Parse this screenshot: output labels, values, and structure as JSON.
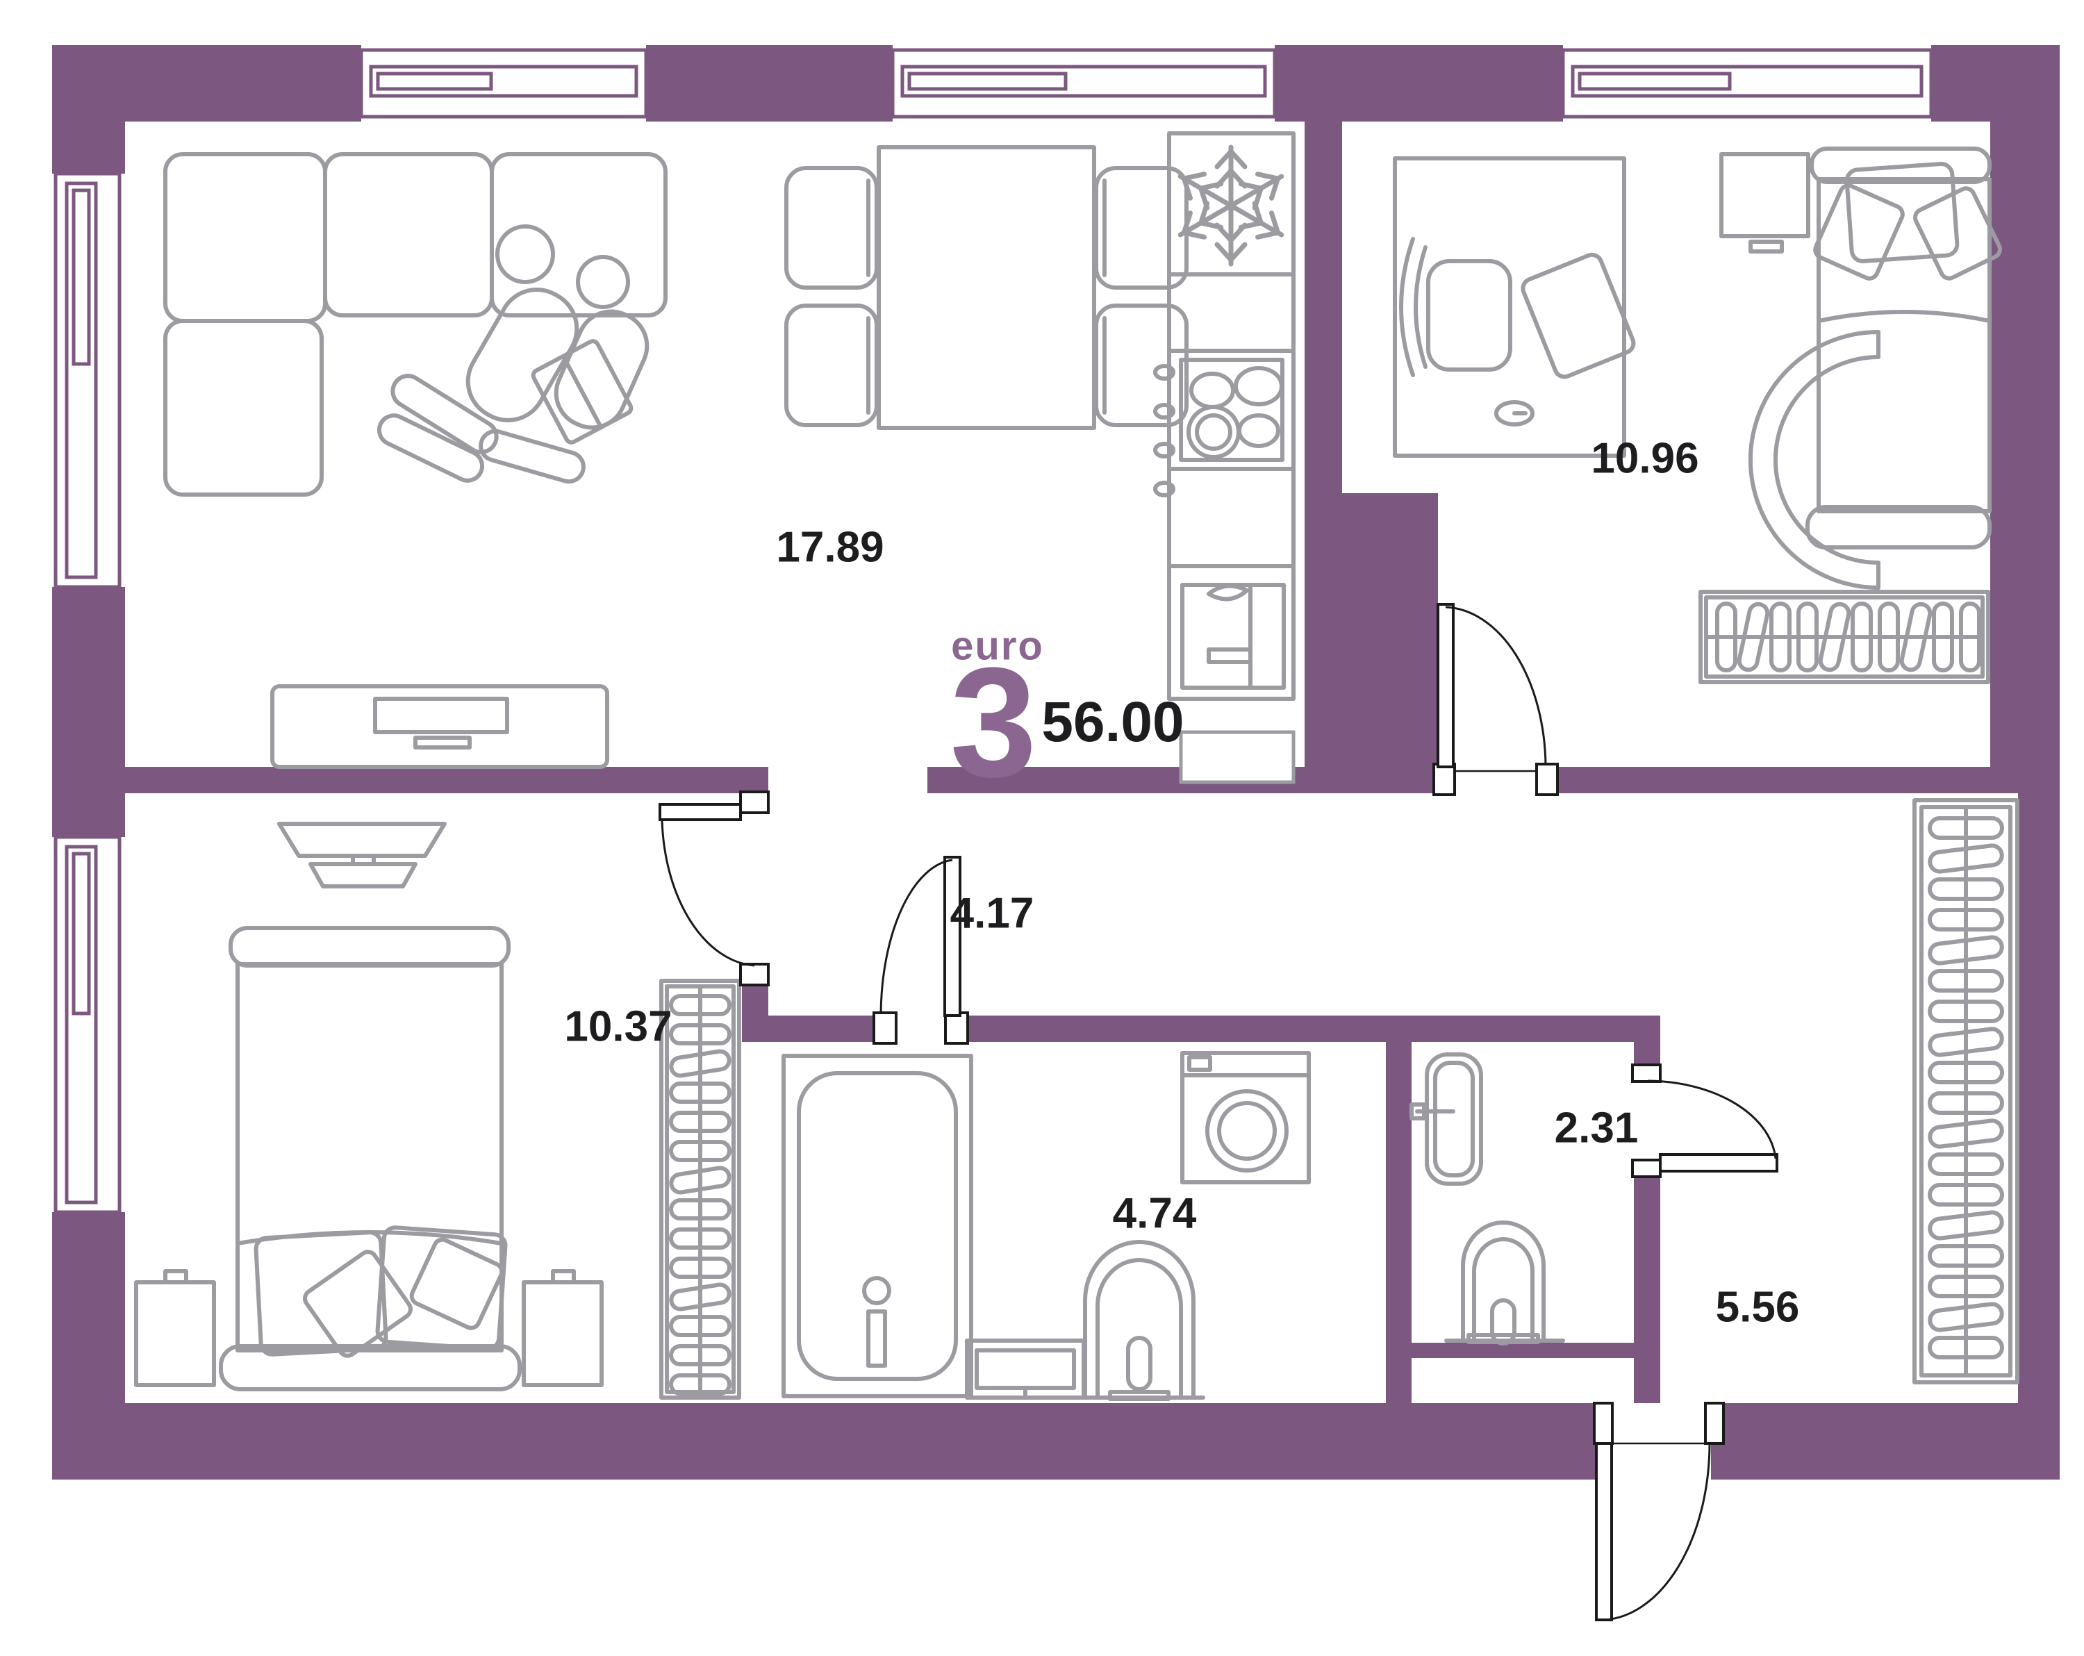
{
  "badge": {
    "type_label": "euro",
    "rooms_count": "3",
    "total_area": "56.00"
  },
  "rooms": {
    "living": {
      "area": "17.89"
    },
    "bedroom_top": {
      "area": "10.96"
    },
    "hallway": {
      "area": "4.17"
    },
    "bedroom_bottom": {
      "area": "10.37"
    },
    "bathroom": {
      "area": "4.74"
    },
    "toilet": {
      "area": "2.31"
    },
    "entry": {
      "area": "5.56"
    }
  },
  "colors": {
    "wall": "#7c5880",
    "furniture": "#9b9ba1",
    "accent": "#8a6691",
    "text": "#1d1d1f",
    "door_line": "#1a1a1a",
    "background": "#ffffff"
  }
}
